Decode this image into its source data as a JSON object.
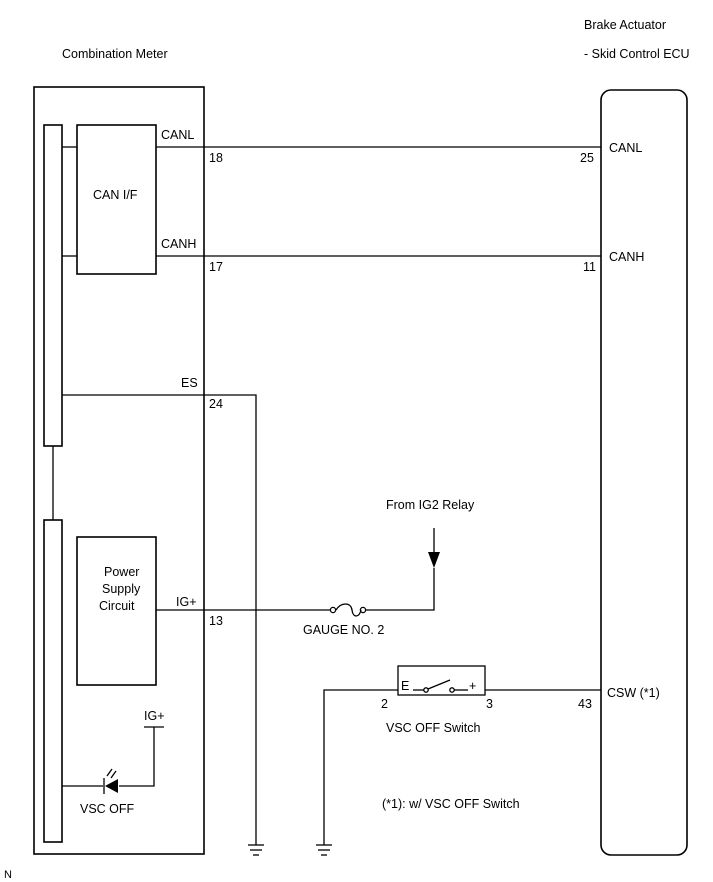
{
  "combination_meter": {
    "title": "Combination Meter",
    "can_if_label": "CAN I/F",
    "power_supply_line1": "Power",
    "power_supply_line2": "Supply",
    "power_supply_line3": "Circuit",
    "ig_plus_internal": "IG+",
    "vsc_off_lamp": "VSC OFF"
  },
  "brake_actuator": {
    "title_line1": "Brake Actuator",
    "title_line2": "- Skid Control ECU"
  },
  "meter_terminals": {
    "canl": {
      "name": "CANL",
      "pin": "18"
    },
    "canh": {
      "name": "CANH",
      "pin": "17"
    },
    "es": {
      "name": "ES",
      "pin": "24"
    },
    "ig": {
      "name": "IG+",
      "pin": "13"
    }
  },
  "ecu_terminals": {
    "canl": {
      "name": "CANL",
      "pin": "25"
    },
    "canh": {
      "name": "CANH",
      "pin": "11"
    },
    "csw": {
      "name": "CSW (*1)",
      "pin": "43"
    }
  },
  "relay_label": "From IG2 Relay",
  "fuse_label": "GAUGE NO. 2",
  "vsc_switch": {
    "label": "VSC OFF Switch",
    "pin_e": "E",
    "pin_plus": "+",
    "pin_left": "2",
    "pin_right": "3"
  },
  "footnote": "(*1): w/ VSC OFF Switch",
  "corner_mark": "N"
}
